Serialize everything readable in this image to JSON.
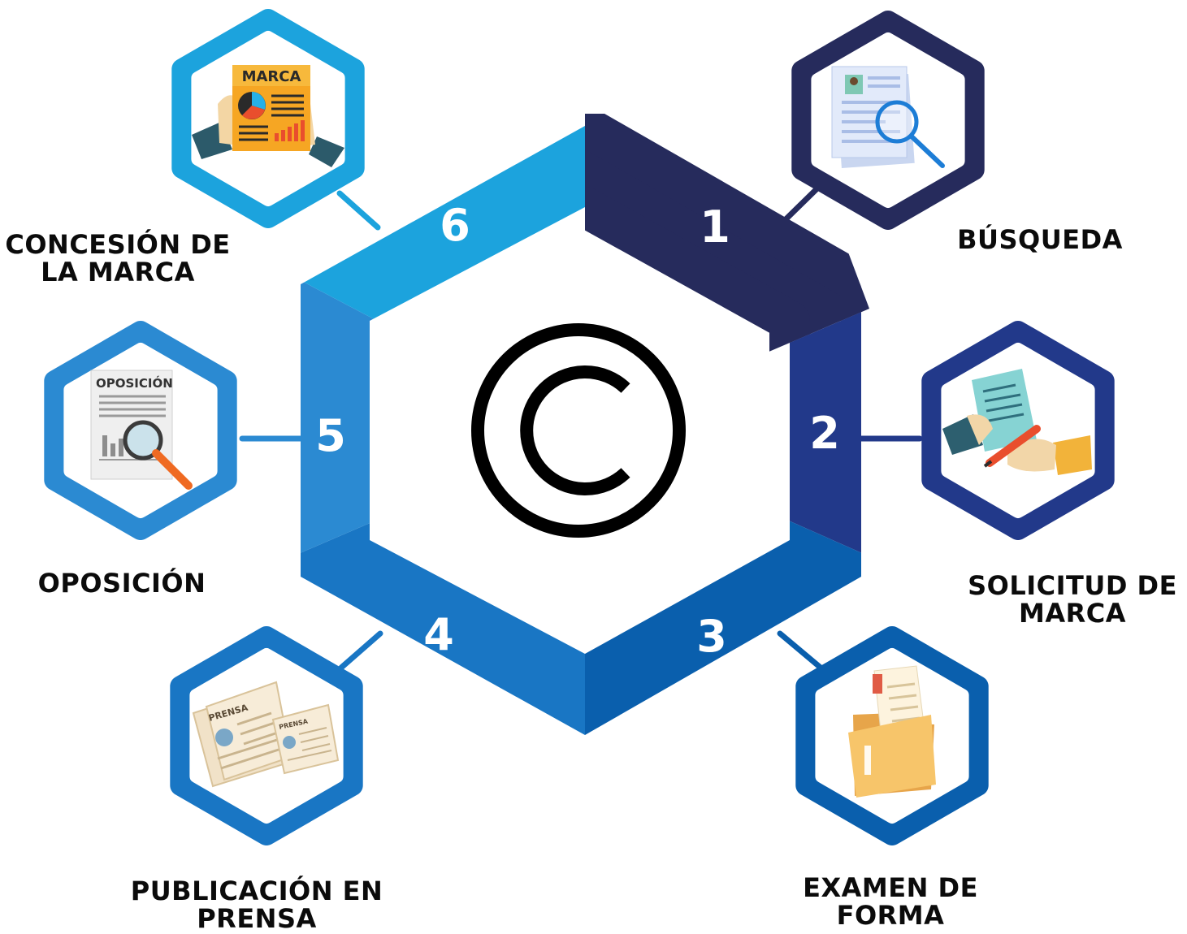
{
  "center": {
    "icon": "copyright-icon",
    "symbol": "©"
  },
  "steps": [
    {
      "number": "1",
      "label_lines": [
        "BÚSQUEDA"
      ],
      "icon": "document-search-icon",
      "color": "#262b5c"
    },
    {
      "number": "2",
      "label_lines": [
        "SOLICITUD DE",
        "MARCA"
      ],
      "icon": "signing-application-icon",
      "color": "#22398a"
    },
    {
      "number": "3",
      "label_lines": [
        "EXAMEN DE",
        "FORMA"
      ],
      "icon": "folder-document-icon",
      "color": "#0a5fad"
    },
    {
      "number": "4",
      "label_lines": [
        "PUBLICACIÓN EN",
        "PRENSA"
      ],
      "icon": "newspaper-icon",
      "color": "#1976c4"
    },
    {
      "number": "5",
      "label_lines": [
        "OPOSICIÓN"
      ],
      "icon": "opposition-document-icon",
      "color": "#2b8ad2"
    },
    {
      "number": "6",
      "label_lines": [
        "CONCESIÓN DE",
        "LA MARCA"
      ],
      "icon": "trademark-certificate-icon",
      "color": "#1ca3dd"
    }
  ],
  "icon_texts": {
    "marca": "MARCA",
    "oposicion": "OPOSICIÓN",
    "prensa": "PRENSA"
  }
}
